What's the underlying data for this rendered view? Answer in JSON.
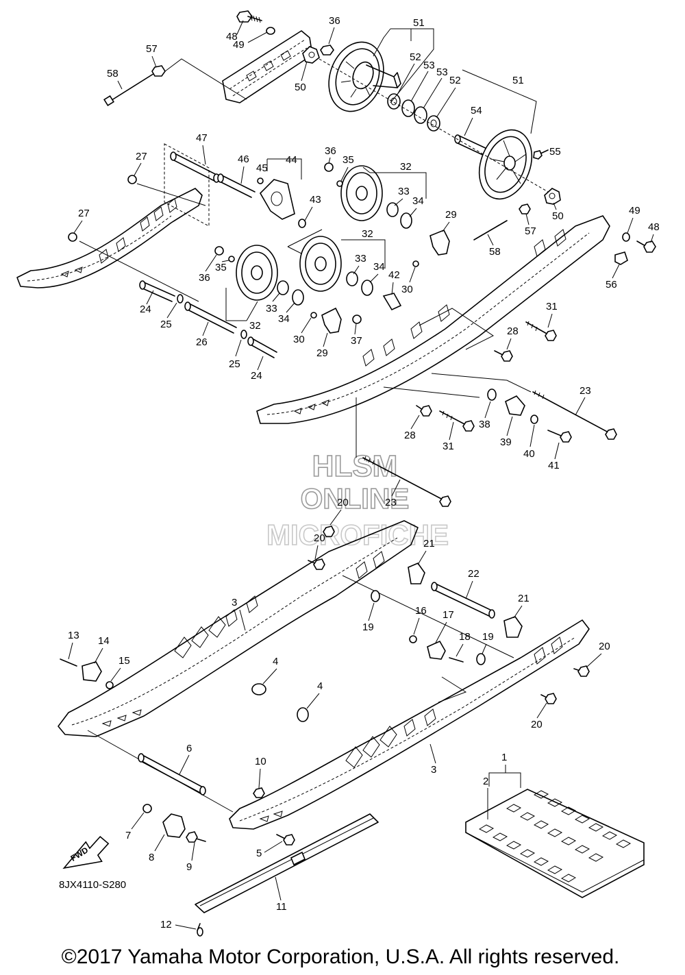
{
  "watermark": {
    "line1": "HLSM",
    "line2": "ONLINE",
    "line3": "MICROFICHE"
  },
  "diagram_code": "8JX4110-S280",
  "fwd_label": "FWD",
  "copyright": "©2017 Yamaha Motor Corporation, U.S.A. All rights reserved.",
  "callouts": {
    "c1": "1",
    "c2": "2",
    "c3a": "3",
    "c3b": "3",
    "c4a": "4",
    "c4b": "4",
    "c5": "5",
    "c6": "6",
    "c7": "7",
    "c8": "8",
    "c9": "9",
    "c10": "10",
    "c11": "11",
    "c12": "12",
    "c13": "13",
    "c14": "14",
    "c15": "15",
    "c16": "16",
    "c17": "17",
    "c18": "18",
    "c19a": "19",
    "c19b": "19",
    "c20a": "20",
    "c20b": "20",
    "c20c": "20",
    "c20d": "20",
    "c21a": "21",
    "c21b": "21",
    "c22": "22",
    "c23a": "23",
    "c23b": "23",
    "c24a": "24",
    "c24b": "24",
    "c25a": "25",
    "c25b": "25",
    "c26": "26",
    "c27a": "27",
    "c27b": "27",
    "c28a": "28",
    "c28b": "28",
    "c29a": "29",
    "c29b": "29",
    "c30a": "30",
    "c30b": "30",
    "c31a": "31",
    "c31b": "31",
    "c32a": "32",
    "c32b": "32",
    "c32c": "32",
    "c33a": "33",
    "c33b": "33",
    "c33c": "33",
    "c34a": "34",
    "c34b": "34",
    "c34c": "34",
    "c35a": "35",
    "c35b": "35",
    "c36a": "36",
    "c36b": "36",
    "c36c": "36",
    "c37": "37",
    "c38": "38",
    "c39": "39",
    "c40": "40",
    "c41": "41",
    "c42": "42",
    "c43": "43",
    "c44": "44",
    "c45": "45",
    "c46": "46",
    "c47": "47",
    "c48a": "48",
    "c48b": "48",
    "c49a": "49",
    "c49b": "49",
    "c50a": "50",
    "c50b": "50",
    "c51a": "51",
    "c51b": "51",
    "c52a": "52",
    "c52b": "52",
    "c53a": "53",
    "c53b": "53",
    "c54": "54",
    "c55": "55",
    "c56": "56",
    "c57a": "57",
    "c57b": "57",
    "c58a": "58",
    "c58b": "58"
  }
}
